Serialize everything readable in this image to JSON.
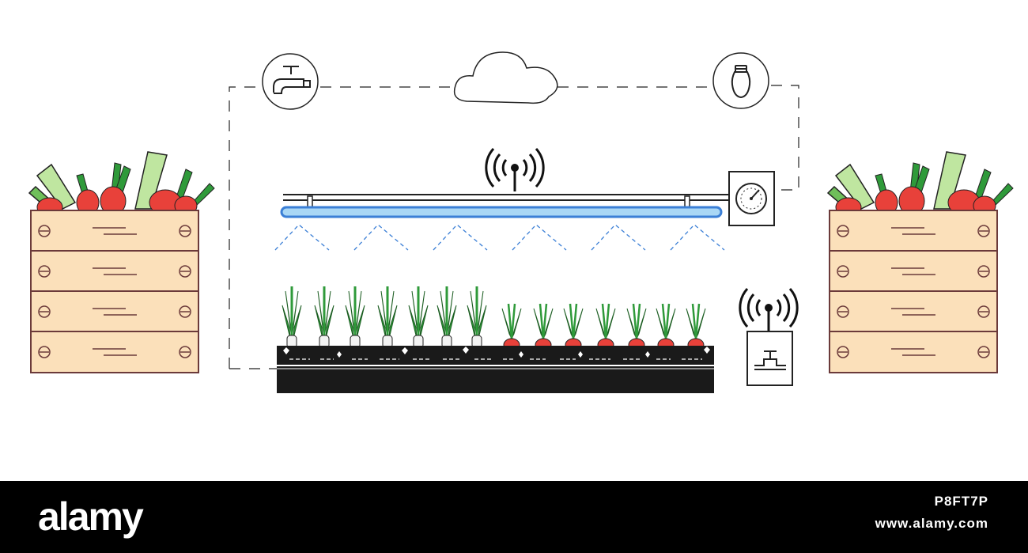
{
  "footer": {
    "brand": "alamy",
    "image_id": "P8FT7P",
    "site": "www.alamy.com"
  },
  "colors": {
    "outline": "#222222",
    "crate": "#fbe0ba",
    "crate_line": "#6b3a3a",
    "leaf": "#2f9a3a",
    "leek_light": "#bfe6a0",
    "carrot": "#e8413a",
    "lamp": "#a9d7f5",
    "lamp_border": "#3b7fd6",
    "spray": "#3b7fd6",
    "soil": "#1a1a1a",
    "bulb_white": "#f3f3f3"
  },
  "icons": {
    "tap": "water-tap-icon",
    "cloud": "cloud-icon",
    "bulb": "light-bulb-icon",
    "antenna_top": "wireless-antenna-icon",
    "antenna_bottom": "wireless-antenna-icon",
    "gauge": "pressure-gauge-icon",
    "valve": "water-valve-icon"
  }
}
